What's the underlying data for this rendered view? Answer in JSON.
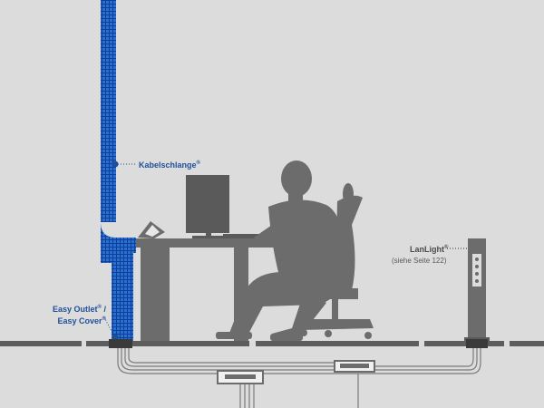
{
  "labels": {
    "kabelschlange": "Kabelschlange",
    "kabelschlange_mark": "®",
    "easy_outlet": "Easy Outlet",
    "easy_outlet_mark": "®",
    "easy_outlet_sep": " /",
    "easy_cover": "Easy Cover",
    "easy_cover_mark": "®",
    "lanlight": "LanLight",
    "lanlight_mark": "®",
    "lanlight_note": "(siehe Seite 122)"
  },
  "colors": {
    "background": "#dcdcdc",
    "cable_snake": "#1c5fc7",
    "silhouette": "#6c6c6c",
    "floor": "#5d5d5d",
    "callout_text": "#1f4f97"
  }
}
